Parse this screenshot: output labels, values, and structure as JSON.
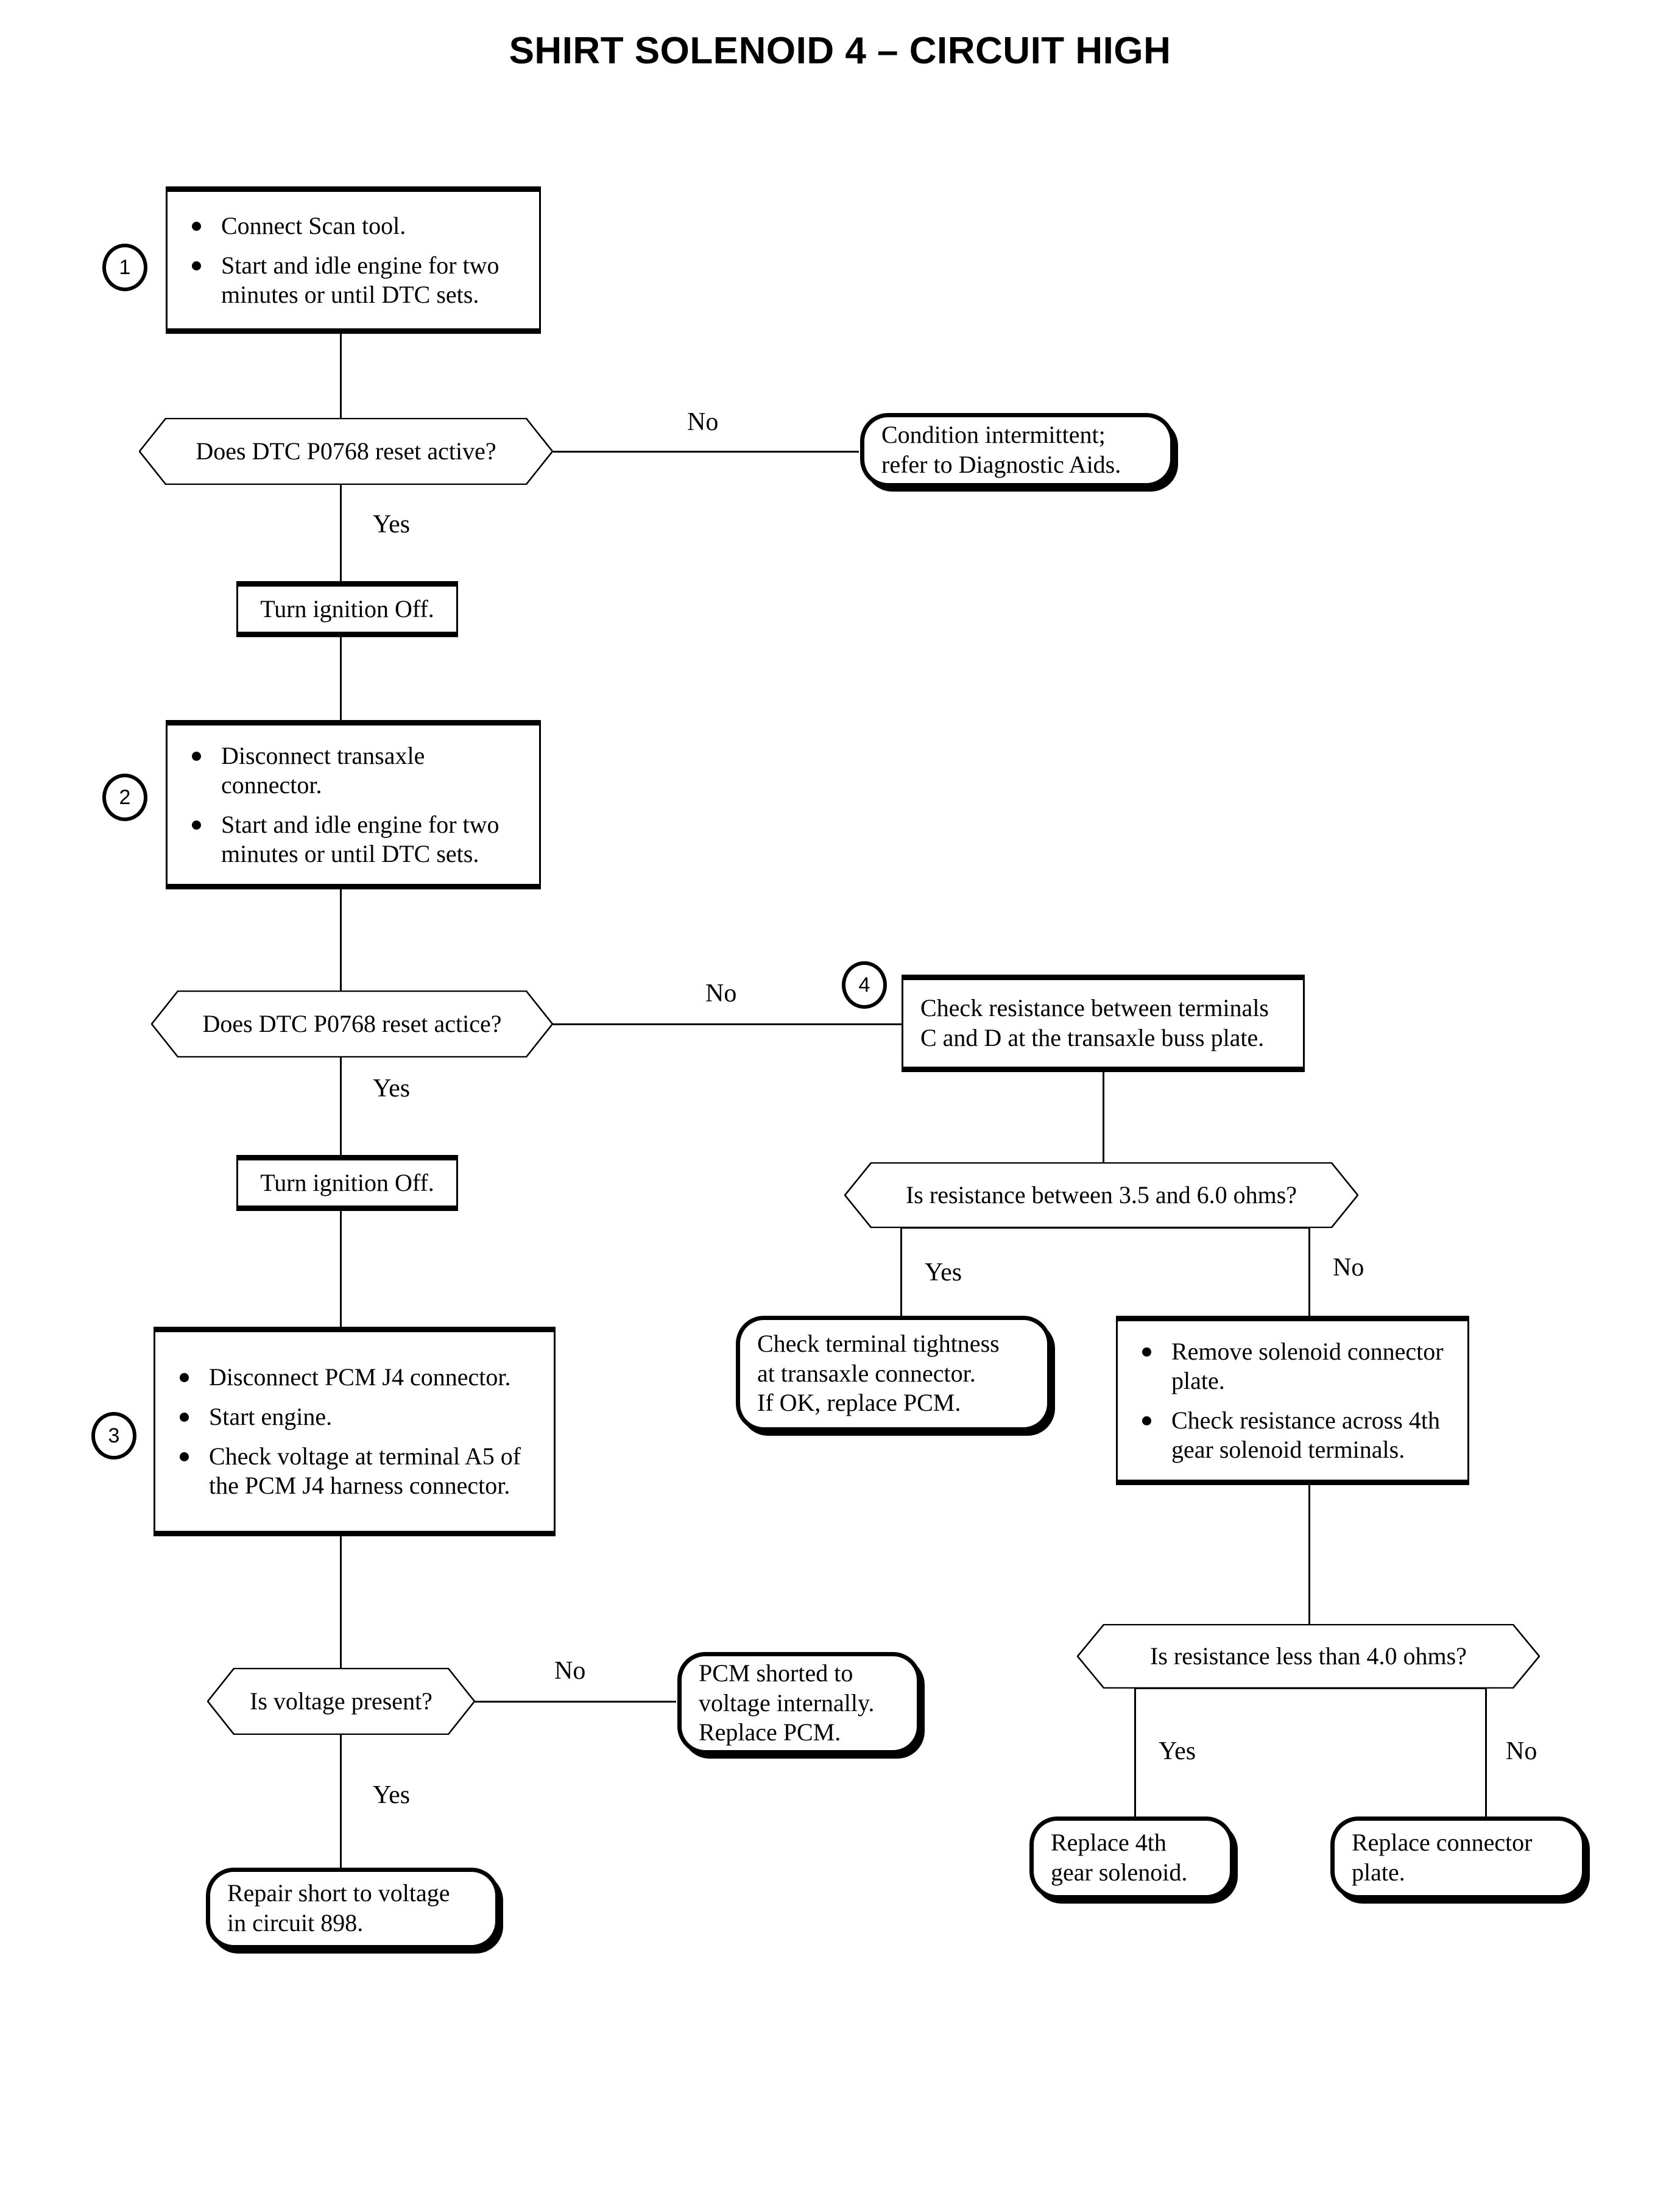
{
  "title": "SHIRT SOLENOID 4 – CIRCUIT HIGH",
  "labels": {
    "yes": "Yes",
    "no": "No"
  },
  "steps": {
    "one": "1",
    "two": "2",
    "three": "3",
    "four": "4"
  },
  "nodes": {
    "step1": {
      "bullets": [
        "Connect Scan tool.",
        "Start and idle engine for two minutes or until DTC sets."
      ]
    },
    "decision1": {
      "text": "Does DTC P0768 reset active?"
    },
    "intermittent": {
      "line1": "Condition intermittent;",
      "line2": "refer to Diagnostic Aids."
    },
    "ignition_off_1": {
      "text": "Turn ignition Off."
    },
    "step2": {
      "bullets": [
        "Disconnect transaxle connector.",
        "Start and idle engine for two minutes or until DTC sets."
      ]
    },
    "decision2": {
      "text": "Does DTC P0768 reset actice?"
    },
    "ignition_off_2": {
      "text": "Turn ignition Off."
    },
    "step4": {
      "line1": "Check resistance between terminals",
      "line2": "C and D at the transaxle buss plate."
    },
    "decision_res_range": {
      "text": "Is resistance between 3.5 and 6.0 ohms?"
    },
    "check_terminal": {
      "line1": "Check terminal tightness",
      "line2": "at transaxle connector.",
      "line3": "If OK, replace PCM."
    },
    "remove_solenoid": {
      "bullets": [
        "Remove solenoid connector plate.",
        "Check resistance across 4th gear solenoid terminals."
      ]
    },
    "step3": {
      "bullets": [
        "Disconnect PCM J4 connector.",
        "Start engine.",
        "Check voltage at terminal A5 of the PCM J4 harness connector."
      ]
    },
    "decision_voltage": {
      "text": "Is voltage present?"
    },
    "pcm_shorted": {
      "line1": "PCM shorted to",
      "line2": "voltage internally.",
      "line3": "Replace PCM."
    },
    "decision_res_4": {
      "text": "Is resistance less than 4.0 ohms?"
    },
    "repair_short": {
      "line1": "Repair short to voltage",
      "line2": "in circuit 898."
    },
    "replace_solenoid": {
      "line1": "Replace 4th",
      "line2": "gear solenoid."
    },
    "replace_plate": {
      "line1": "Replace connector",
      "line2": "plate."
    }
  }
}
